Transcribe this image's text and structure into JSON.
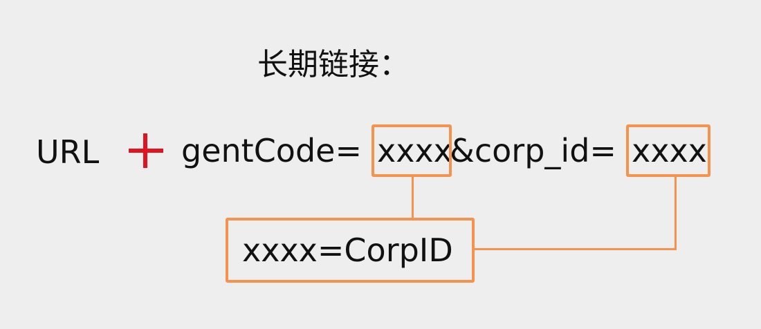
{
  "title": "长期链接：",
  "formula": {
    "url_label": "URL",
    "operator": "+",
    "segment_1": "gentCode=",
    "segment_2": "xxxx",
    "segment_3": "&corp_id=",
    "segment_4": "xxxx"
  },
  "note": {
    "text": "xxxx=CorpID"
  },
  "colors": {
    "background": "#eeeeee",
    "highlight": "#f4924e",
    "plus": "#e0141e",
    "text": "#111111"
  }
}
